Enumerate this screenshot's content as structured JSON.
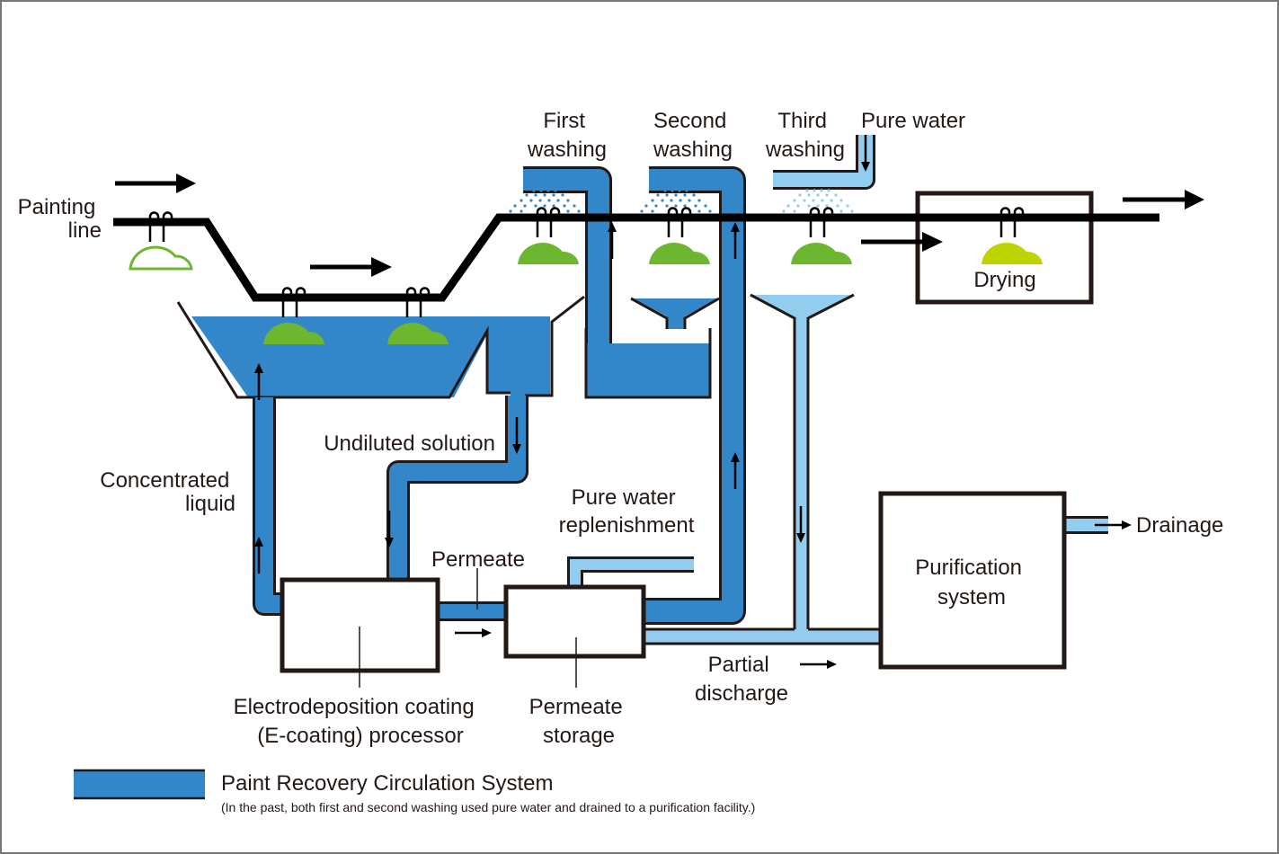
{
  "colors": {
    "circulation_blue": "#3386c8",
    "pure_water_blue": "#92cdf0",
    "outline": "#231815",
    "workpiece_green": "#6db630",
    "drying_workpiece": "#bed300",
    "spray_dark": "#3386c8",
    "spray_light": "#92cdf0"
  },
  "labels": {
    "painting_line": [
      "Painting",
      "line"
    ],
    "first_washing": [
      "First",
      "washing"
    ],
    "second_washing": [
      "Second",
      "washing"
    ],
    "third_washing": [
      "Third",
      "washing"
    ],
    "pure_water": "Pure water",
    "drying": "Drying",
    "undiluted_solution": "Undiluted solution",
    "concentrated_liquid": [
      "Concentrated",
      "liquid"
    ],
    "pure_water_replenishment": [
      "Pure water",
      "replenishment"
    ],
    "permeate": "Permeate",
    "ecoating_processor": [
      "Electrodeposition coating",
      "(E-coating) processor"
    ],
    "permeate_storage": [
      "Permeate",
      "storage"
    ],
    "partial_discharge": [
      "Partial",
      "discharge"
    ],
    "purification_system": [
      "Purification",
      "system"
    ],
    "drainage": "Drainage"
  },
  "legend": {
    "title": "Paint Recovery Circulation System",
    "note": "(In the past, both first and second washing used pure water and drained to a purification facility.)"
  }
}
